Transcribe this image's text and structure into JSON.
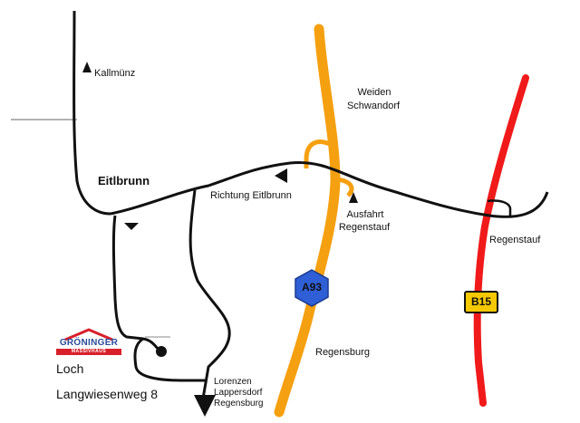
{
  "colors": {
    "road": "#111111",
    "autobahn": "#f5a010",
    "bundesstrasse": "#f01a1a",
    "a93_shield": "#2f5fd6",
    "b15_shield": "#f5c800",
    "logo_blue": "#2b4a9a",
    "logo_red": "#d8202a"
  },
  "places": {
    "kallmuenz": "Kallmünz",
    "eitlbrunn": "Eitlbrunn",
    "weiden": "Weiden",
    "schwandorf": "Schwandorf",
    "richtung_eitlbrunn": "Richtung Eitlbrunn",
    "ausfahrt": "Ausfahrt",
    "regenstauf_exit": "Regenstauf",
    "regenstauf": "Regenstauf",
    "regensburg": "Regensburg",
    "lorenzen": "Lorenzen",
    "lappersdorf": "Lappersdorf",
    "regensburg_small": "Regensburg"
  },
  "shields": {
    "a93": "A93",
    "b15": "B15"
  },
  "destination": {
    "logo_name": "GRÖNINGER",
    "logo_sub": "MASSIVHAUS",
    "district": "Loch",
    "street": "Langwiesenweg 8"
  },
  "icons": [
    "arrow-up-icon",
    "arrow-left-icon",
    "arrow-down-icon",
    "destination-dot-icon",
    "house-roof-icon"
  ]
}
